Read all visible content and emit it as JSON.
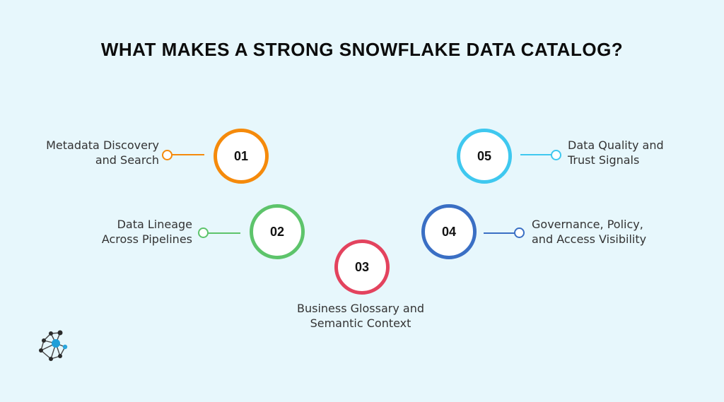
{
  "title": "WHAT MAKES A STRONG SNOWFLAKE DATA CATALOG?",
  "logo_icon": "network-hub-logo",
  "colors": {
    "background": "#e7f7fc",
    "step1": "#f58a0b",
    "step2": "#5dc46b",
    "step3": "#e3435e",
    "step4": "#3a6fc4",
    "step5": "#3fc8ef"
  },
  "steps": [
    {
      "number": "01",
      "label_line1": "Metadata Discovery",
      "label_line2": "and Search",
      "color": "#f58a0b"
    },
    {
      "number": "02",
      "label_line1": "Data Lineage",
      "label_line2": "Across Pipelines",
      "color": "#5dc46b"
    },
    {
      "number": "03",
      "label_line1": "Business Glossary and",
      "label_line2": "Semantic Context",
      "color": "#e3435e"
    },
    {
      "number": "04",
      "label_line1": "Governance, Policy,",
      "label_line2": "and Access Visibility",
      "color": "#3a6fc4"
    },
    {
      "number": "05",
      "label_line1": "Data Quality and",
      "label_line2": "Trust Signals",
      "color": "#3fc8ef"
    }
  ]
}
